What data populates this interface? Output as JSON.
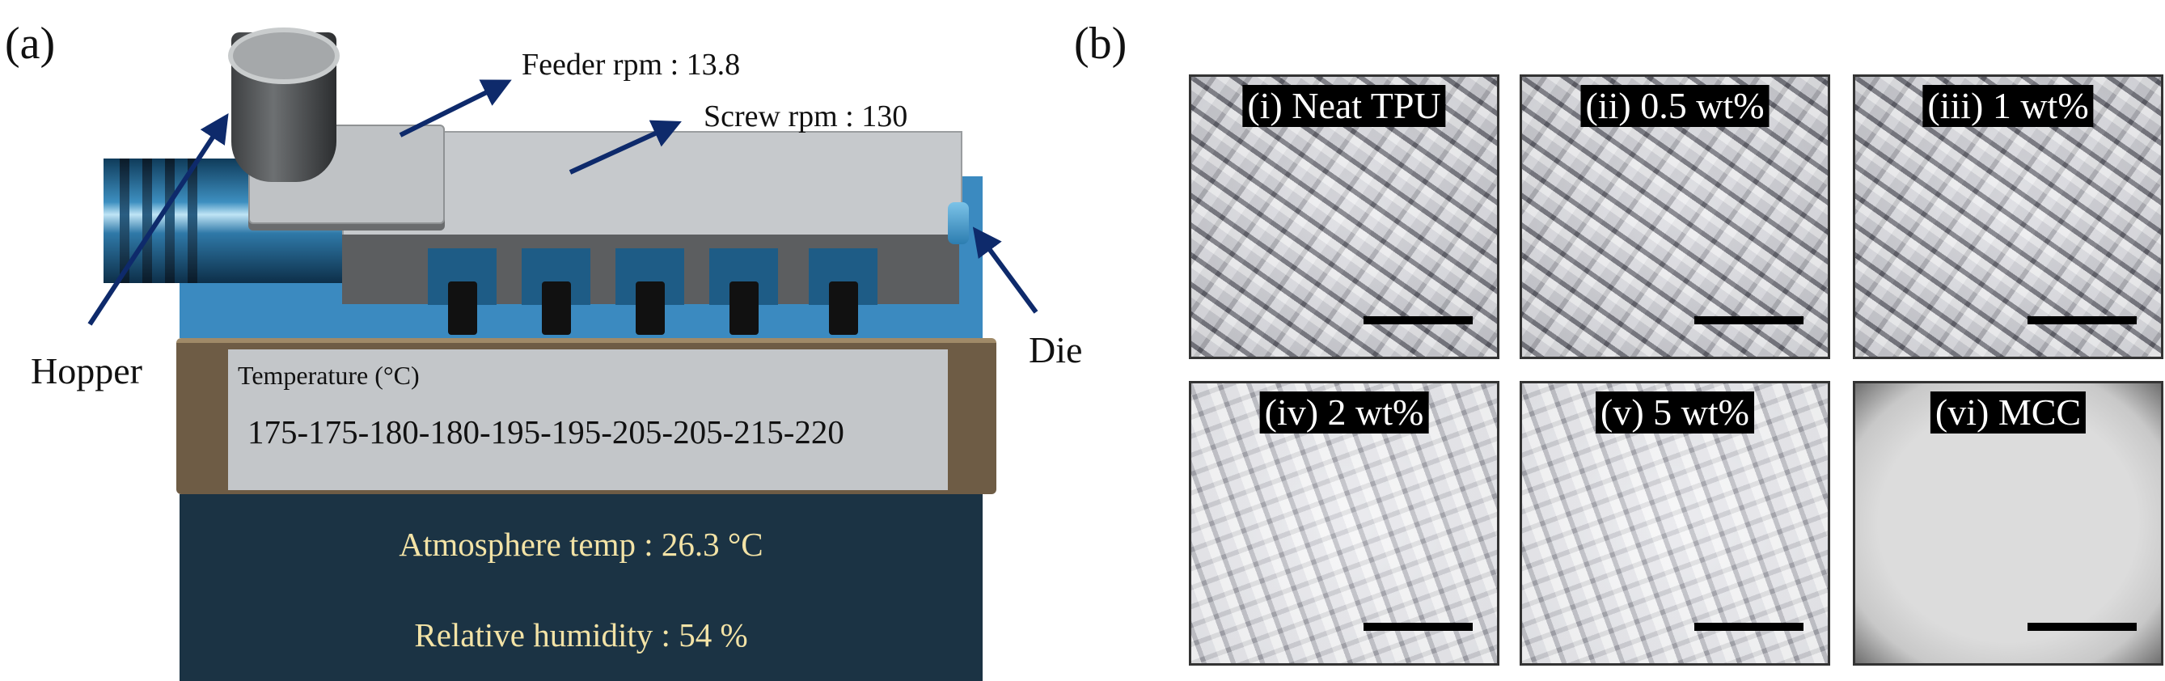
{
  "panel_a": {
    "label": "(a)",
    "callouts": {
      "feeder": "Feeder rpm : 13.8",
      "screw": "Screw rpm : 130",
      "hopper": "Hopper",
      "die": "Die"
    },
    "temperature": {
      "title": "Temperature (°C)",
      "profile": "175-175-180-180-195-195-205-205-215-220"
    },
    "atmosphere": "Atmosphere temp : 26.3 °C",
    "humidity": "Relative humidity : 54 %",
    "colors": {
      "arrow": "#0e2a6b",
      "base": "#1b3344",
      "accent_text": "#f3e3a6",
      "housing": "#3b8ac0"
    }
  },
  "panel_b": {
    "label": "(b)",
    "samples": [
      {
        "label": "(i) Neat TPU"
      },
      {
        "label": "(ii) 0.5 wt%"
      },
      {
        "label": "(iii) 1 wt%"
      },
      {
        "label": "(iv) 2 wt%"
      },
      {
        "label": "(v) 5 wt%"
      },
      {
        "label": "(vi) MCC"
      }
    ]
  }
}
